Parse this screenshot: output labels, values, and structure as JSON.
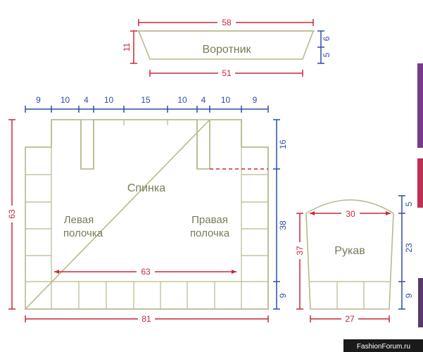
{
  "labels": {
    "collar": "Воротник",
    "back": "Спинка",
    "left_front_line1": "Левая",
    "left_front_line2": "полочка",
    "right_front_line1": "Правая",
    "right_front_line2": "полочка",
    "sleeve": "Рукав"
  },
  "collar_dims": {
    "top_width": "58",
    "bottom_width": "51",
    "height": "11",
    "right_upper": "6",
    "right_lower": "5"
  },
  "body_dims": {
    "top_segments": [
      "9",
      "10",
      "4",
      "10",
      "15",
      "10",
      "4",
      "10",
      "9"
    ],
    "left_height": "63",
    "right_upper": "16",
    "right_middle": "38",
    "right_lower": "9",
    "inner_width": "63",
    "bottom_width": "81"
  },
  "sleeve_dims": {
    "cap_width": "30",
    "left_height": "37",
    "right_cap": "5",
    "right_middle": "23",
    "right_lower": "9",
    "bottom_width": "27"
  },
  "watermark": "FashionForum.ru",
  "colors": {
    "outline": "#b9b98e",
    "dimension_red": "#c8283a",
    "dimension_blue": "#2b4fa3",
    "label_text": "#7a7a5a"
  }
}
